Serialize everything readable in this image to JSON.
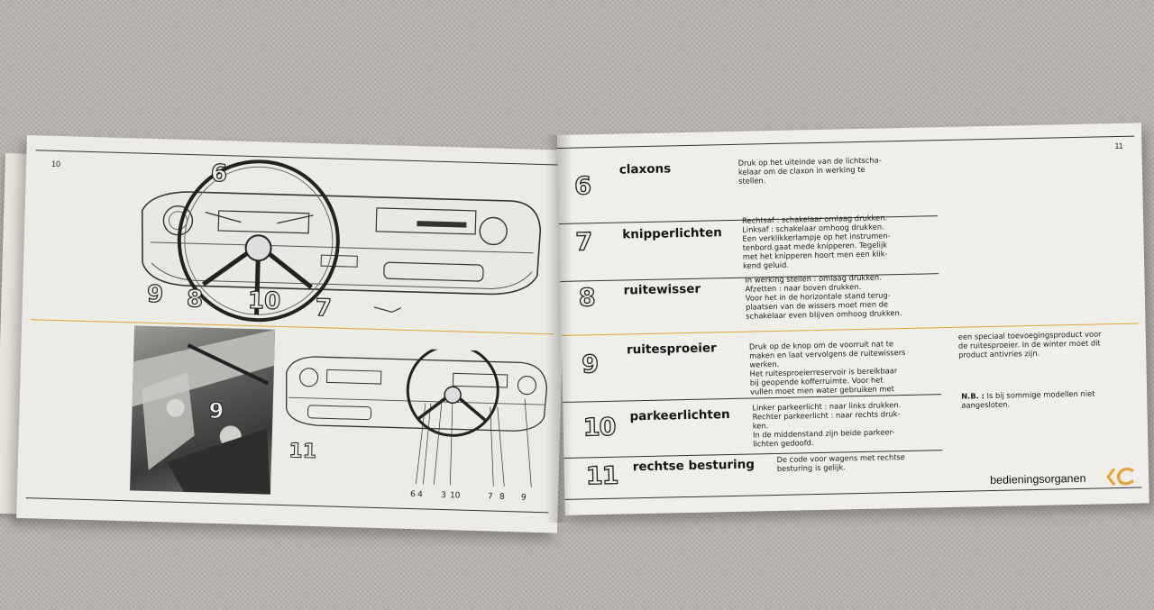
{
  "left_page": {
    "page_number": "10",
    "top_figure_callouts": [
      "6",
      "9",
      "8",
      "10",
      "7"
    ],
    "bottom_figure_callouts": [
      "11"
    ],
    "bottom_figure_axis": [
      "6",
      "4",
      "3",
      "10",
      "7",
      "8",
      "9"
    ],
    "photo_callout": "9"
  },
  "right_page": {
    "page_number": "11",
    "rows": [
      {
        "number": "6",
        "title": "claxons",
        "text": "Druk op het uiteinde van de lichtscha-\nkelaar om de claxon in werking te\nstellen."
      },
      {
        "number": "7",
        "title": "knipperlichten",
        "text": "Rechtsaf : schakelaar omlaag drukken.\nLinksaf : schakelaar omhoog drukken.\nEen verklikkerlampje op het instrumen-\ntenbord gaat mede knipperen. Tegelijk\nmet het knipperen hoort men een klik-\nkend geluid."
      },
      {
        "number": "8",
        "title": "ruitewisser",
        "text": "In werking stellen : omlaag drukken.\nAfzetten : naar boven drukken.\nVoor het in de horizontale stand terug-\nplaatsen van de wissers moet men de\nschakelaar even blijven omhoog drukken."
      },
      {
        "number": "9",
        "title": "ruitesproeier",
        "text": "Druk op de knop om de voorruit nat te\nmaken en laat vervolgens de ruitewissers\nwerken.\nHet ruitesproeierreservoir is bereikbaar\nbij geopende kofferruimte. Voor het\nvullen moet men water gebruiken met",
        "text_continued": "een speciaal toevoegingsproduct voor\nde ruitesproeier. In de winter moet dit\nproduct antivries zijn."
      },
      {
        "number": "10",
        "title": "parkeerlichten",
        "text": "Linker parkeerlicht : naar links drukken.\nRechter parkeerlicht : naar rechts druk-\nken.\nIn de middenstand zijn beide parkeer-\nlichten gedoofd.",
        "note_label": "N.B. :",
        "note_text": "Is bij sommige modellen niet\naangesloten."
      },
      {
        "number": "11",
        "title": "rechtse besturing",
        "text": "De code voor wagens met rechtse\nbesturing is gelijk."
      }
    ],
    "footer_label": "bedieningsorganen",
    "logo_icon": "chevron-c-logo-icon"
  },
  "colors": {
    "accent_orange": "#e5a23a",
    "ink": "#1c1c1c",
    "paper": "#efeee9"
  }
}
